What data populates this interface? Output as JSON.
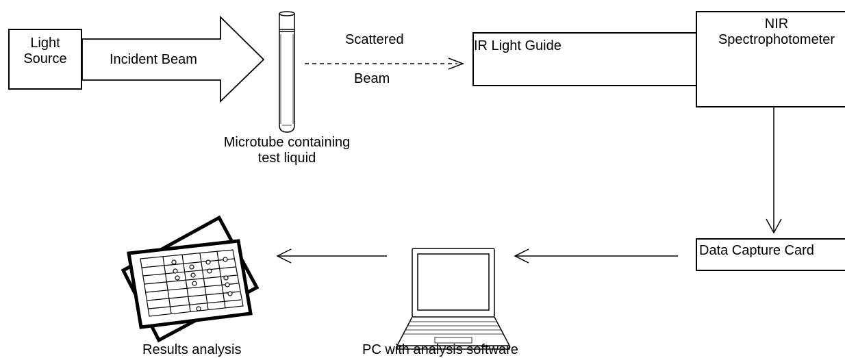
{
  "light_source": {
    "line1": "Light",
    "line2": "Source"
  },
  "incident_beam": "Incident Beam",
  "scattered_beam": {
    "top": "Scattered",
    "bottom": "Beam"
  },
  "microtube": {
    "line1": "Microtube containing",
    "line2": "test liquid"
  },
  "ir_light_guide": "IR Light Guide",
  "nir": {
    "line1": "NIR",
    "line2": "Spectrophotometer"
  },
  "data_capture_card": "Data Capture Card",
  "pc": "PC with analysis software",
  "results": "Results analysis",
  "icons": [
    "test-tube-icon",
    "laptop-icon",
    "results-sheets-icon"
  ]
}
